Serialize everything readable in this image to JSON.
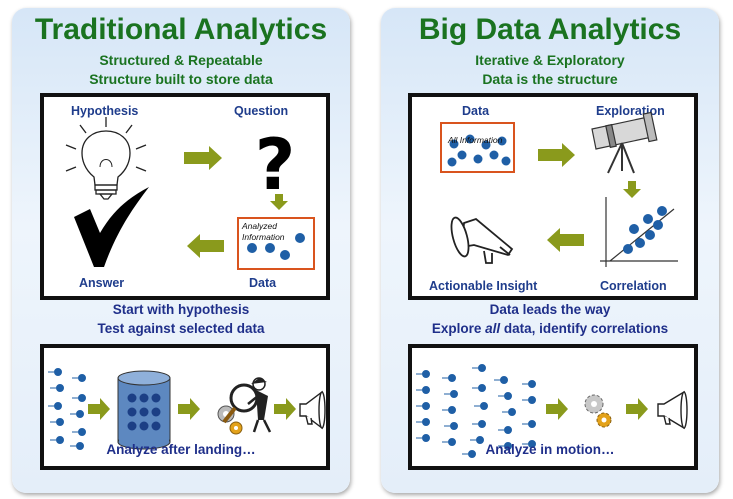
{
  "traditional": {
    "title": "Traditional  Analytics",
    "subtitle1": "Structured & Repeatable",
    "subtitle2": "Structure built to store data",
    "labels": {
      "hypothesis": "Hypothesis",
      "question": "Question",
      "answer": "Answer",
      "data": "Data",
      "analyzed_info_1": "Analyzed",
      "analyzed_info_2": "Information"
    },
    "caption1": "Start with hypothesis",
    "caption2": "Test against selected data",
    "footer": "Analyze after landing…",
    "colors": {
      "title": "#1a7320",
      "text": "#1f3d8c",
      "arrow": "#8a9a1c",
      "dot": "#1f5fa6",
      "frame": "#d9541e"
    }
  },
  "bigdata": {
    "title": "Big Data Analytics",
    "subtitle1": "Iterative & Exploratory",
    "subtitle2": "Data is the structure",
    "labels": {
      "data": "Data",
      "exploration": "Exploration",
      "all_info": "All Information",
      "actionable": "Actionable Insight",
      "correlation": "Correlation"
    },
    "caption1": "Data leads the way",
    "caption2_pre": "Explore ",
    "caption2_em": "all",
    "caption2_post": " data, identify correlations",
    "footer": "Analyze in motion…"
  },
  "icons": [
    "lightbulb-icon",
    "question-mark-icon",
    "checkmark-icon",
    "telescope-icon",
    "megaphone-icon",
    "database-icon",
    "magnifier-person-icon",
    "gears-icon"
  ]
}
